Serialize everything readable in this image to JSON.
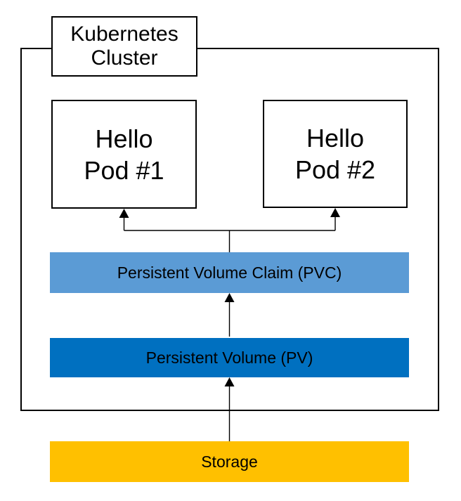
{
  "diagram": {
    "title_node": {
      "label": "Kubernetes\nCluster"
    },
    "nodes": {
      "pod1": {
        "label": "Hello\nPod #1",
        "fill": "#FFFFFF",
        "border": "#000000"
      },
      "pod2": {
        "label": "Hello\nPod #2",
        "fill": "#FFFFFF",
        "border": "#000000"
      },
      "pvc": {
        "label": "Persistent Volume Claim (PVC)",
        "fill": "#5B9BD5",
        "text_color": "#000000"
      },
      "pv": {
        "label": "Persistent Volume (PV)",
        "fill": "#0070C0",
        "text_color": "#000000"
      },
      "storage": {
        "label": "Storage",
        "fill": "#FFC000",
        "text_color": "#000000"
      }
    },
    "edges": [
      {
        "from": "pvc",
        "to": "pod1",
        "style": "elbow-arrow-up"
      },
      {
        "from": "pvc",
        "to": "pod2",
        "style": "elbow-arrow-up"
      },
      {
        "from": "pv",
        "to": "pvc",
        "style": "straight-arrow-up"
      },
      {
        "from": "storage",
        "to": "pv",
        "style": "straight-arrow-up"
      }
    ],
    "colors": {
      "pvc_blue": "#5B9BD5",
      "pv_blue": "#0070C0",
      "storage_amber": "#FFC000",
      "line_black": "#000000",
      "background": "#FFFFFF"
    }
  }
}
